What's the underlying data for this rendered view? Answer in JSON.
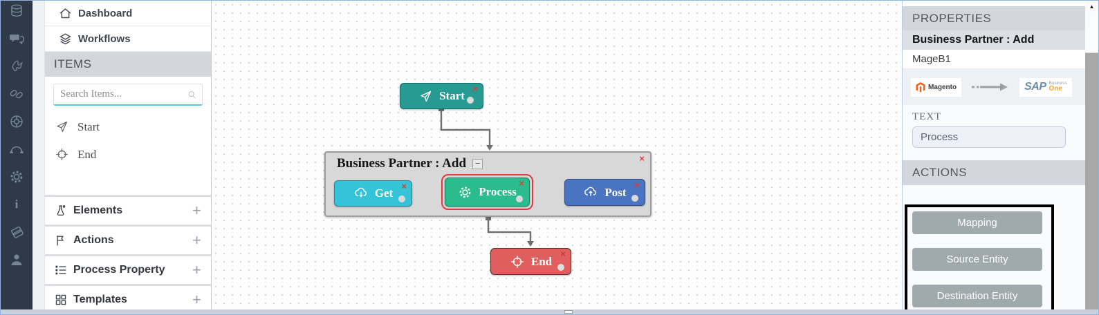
{
  "icon_bar": {
    "icons": [
      "database",
      "chat",
      "puzzle",
      "link",
      "wheel",
      "arc",
      "gear",
      "info",
      "tags",
      "user"
    ],
    "info_glyph": "i"
  },
  "sidebar": {
    "nav": [
      {
        "label": "Dashboard",
        "icon": "home"
      },
      {
        "label": "Workflows",
        "icon": "layers"
      }
    ],
    "items_header": "ITEMS",
    "search": {
      "placeholder": "Search Items..."
    },
    "palette": [
      {
        "label": "Start",
        "icon": "paper-plane"
      },
      {
        "label": "End",
        "icon": "target"
      }
    ],
    "sections": [
      {
        "label": "Elements",
        "icon": "flask"
      },
      {
        "label": "Actions",
        "icon": "flag"
      },
      {
        "label": "Process Property",
        "icon": "list"
      },
      {
        "label": "Templates",
        "icon": "grid"
      }
    ],
    "expand_glyph": "+"
  },
  "canvas": {
    "workflow": {
      "start": {
        "label": "Start"
      },
      "group": {
        "title": "Business Partner : Add",
        "collapse_glyph": "−"
      },
      "nodes": [
        {
          "label": "Get",
          "icon": "cloud-download"
        },
        {
          "label": "Process",
          "icon": "gear",
          "selected": true
        },
        {
          "label": "Post",
          "icon": "cloud-upload"
        }
      ],
      "end": {
        "label": "End"
      },
      "delete_glyph": "×"
    },
    "colors": {
      "start": "#279b91",
      "get": "#35c3d8",
      "process": "#2abc8c",
      "post": "#4a74c0",
      "end": "#e05e5e",
      "selection": "#e03b3b"
    }
  },
  "properties": {
    "header": "PROPERTIES",
    "node_title": "Business Partner : Add",
    "connection_name": "MageB1",
    "source_logo_label": "Magento",
    "dest_logo": {
      "word": "SAP",
      "line1": "Business",
      "line2": "One"
    },
    "text_label": "TEXT",
    "text_value": "Process",
    "actions_header": "ACTIONS",
    "action_buttons": [
      "Mapping",
      "Source Entity",
      "Destination Entity"
    ],
    "brand_colors": {
      "magento_orange": "#f26322",
      "sap_orange": "#f5a623",
      "sap_blue": "#6b8ca3"
    }
  },
  "ui": {
    "scroll_up_glyph": "▲"
  }
}
